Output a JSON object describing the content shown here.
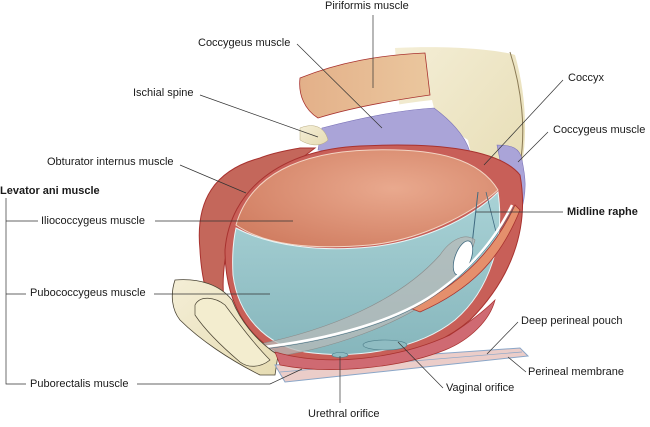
{
  "figure": {
    "title": "Pelvic floor muscles (lateral oblique view)",
    "colors": {
      "obturator": "#c2665a",
      "iliococcygeus": "#d98a6c",
      "pubococcygeus": "#9fc8cc",
      "coccygeus": "#a9a3d6",
      "piriformis": "#e6b98e",
      "bone": "#efe8c8",
      "membrane": "#e9c9c4",
      "outline": "#a8322f"
    }
  },
  "labels": {
    "piriformis": "Piriformis muscle",
    "coccygeus_left": "Coccygeus muscle",
    "ischial_spine": "Ischial spine",
    "coccyx": "Coccyx",
    "coccygeus_right": "Coccygeus muscle",
    "obturator_internus": "Obturator internus muscle",
    "levator_ani": "Levator ani muscle",
    "iliococcygeus": "Iliococcygeus muscle",
    "midline_raphe": "Midline raphe",
    "pubococcygeus": "Pubococcygeus muscle",
    "deep_perineal_pouch": "Deep perineal pouch",
    "perineal_membrane": "Perineal membrane",
    "puborectalis": "Puborectalis muscle",
    "vaginal_orifice": "Vaginal orifice",
    "urethral_orifice": "Urethral orifice"
  }
}
